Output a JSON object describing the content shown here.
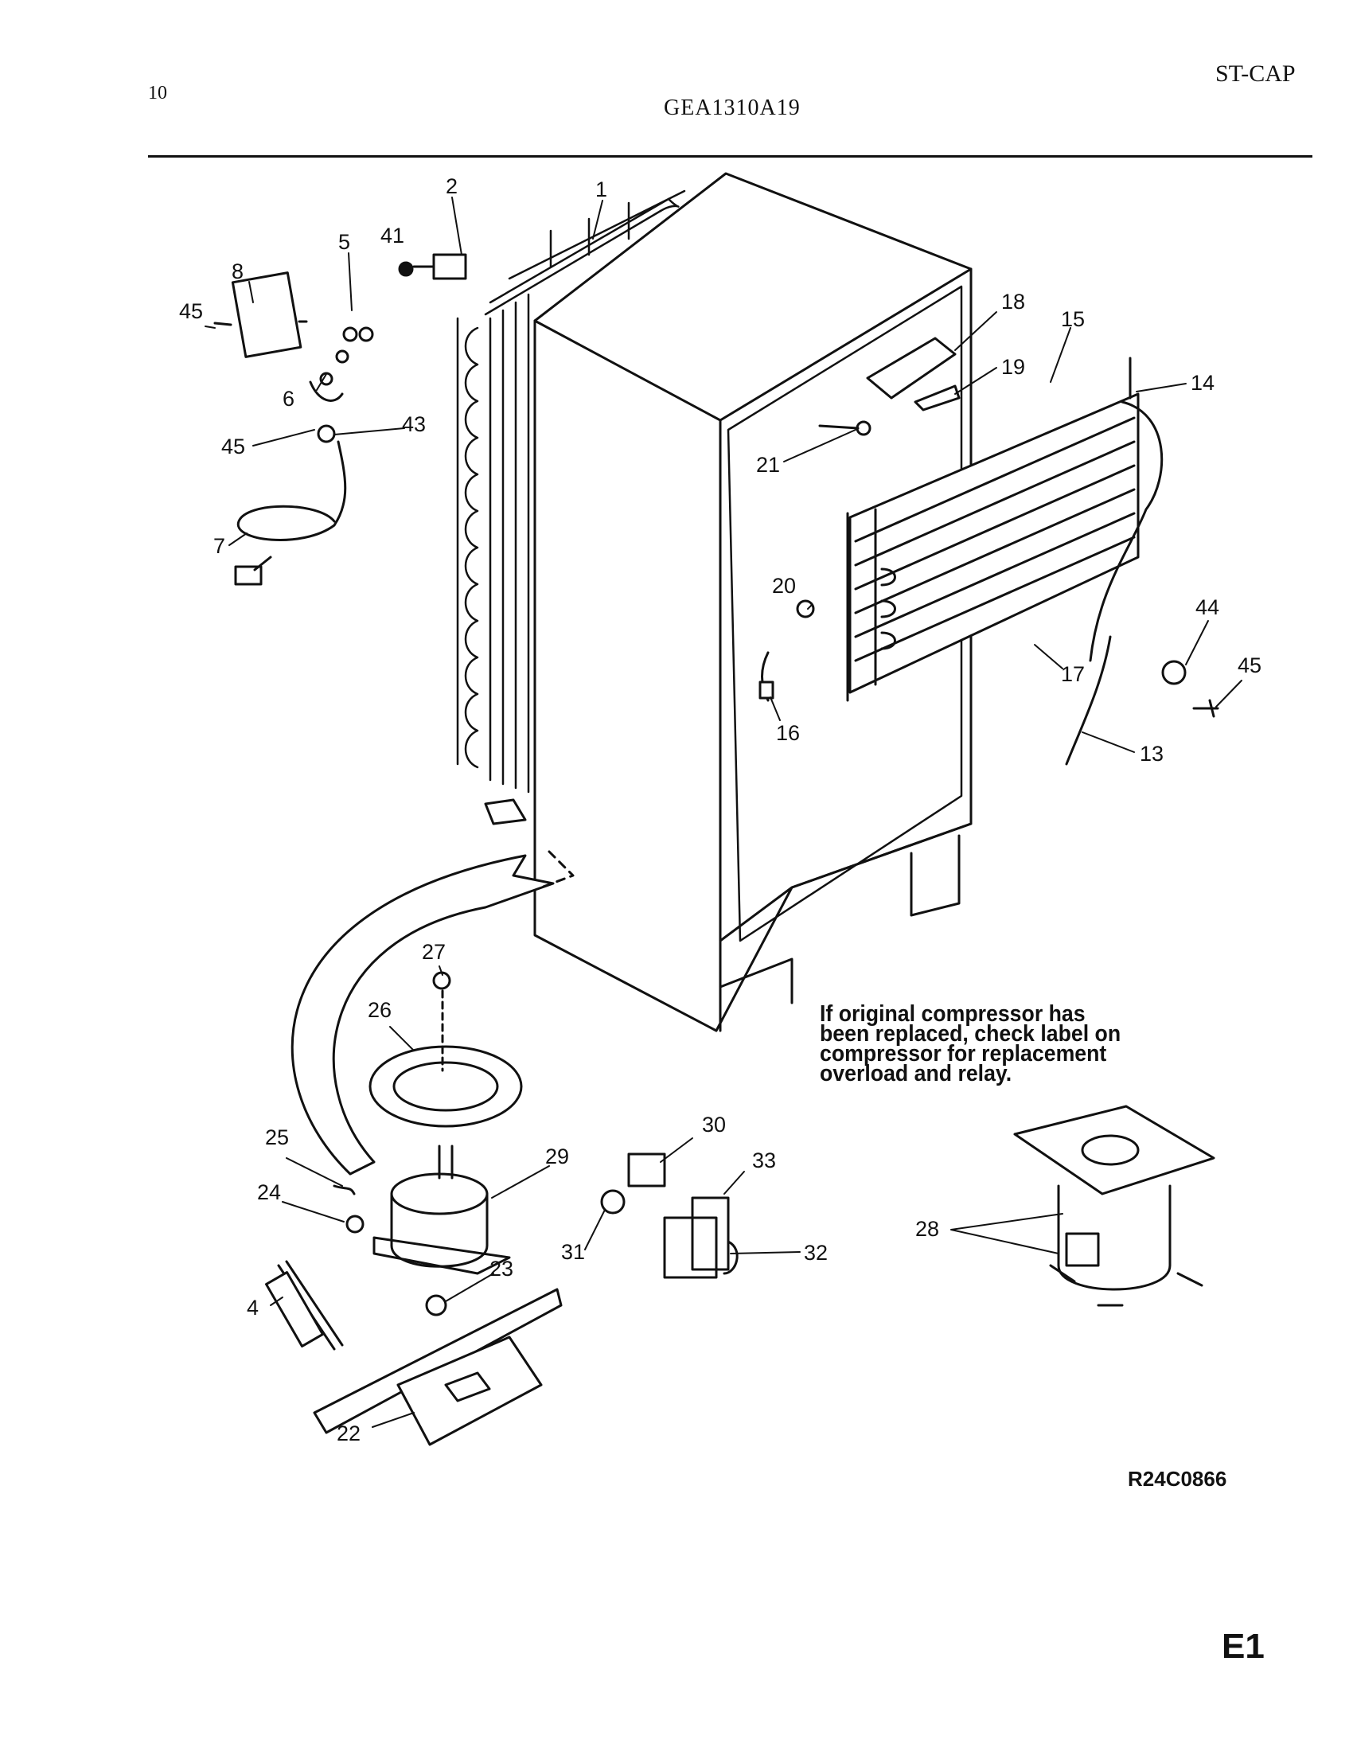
{
  "header": {
    "page_number": "10",
    "model": "GEA1310A19",
    "section": "ST-CAP"
  },
  "note": {
    "lines": [
      "If original compressor has",
      "been replaced, check label on",
      "compressor for replacement",
      "overload and relay."
    ]
  },
  "footer": {
    "reference": "R24C0866",
    "page_code": "E1"
  },
  "callouts": [
    "1",
    "2",
    "4",
    "5",
    "6",
    "7",
    "8",
    "13",
    "14",
    "15",
    "16",
    "17",
    "18",
    "19",
    "20",
    "21",
    "22",
    "23",
    "24",
    "25",
    "26",
    "27",
    "28",
    "29",
    "30",
    "31",
    "32",
    "33",
    "41",
    "43",
    "44",
    "45",
    "45",
    "45"
  ]
}
